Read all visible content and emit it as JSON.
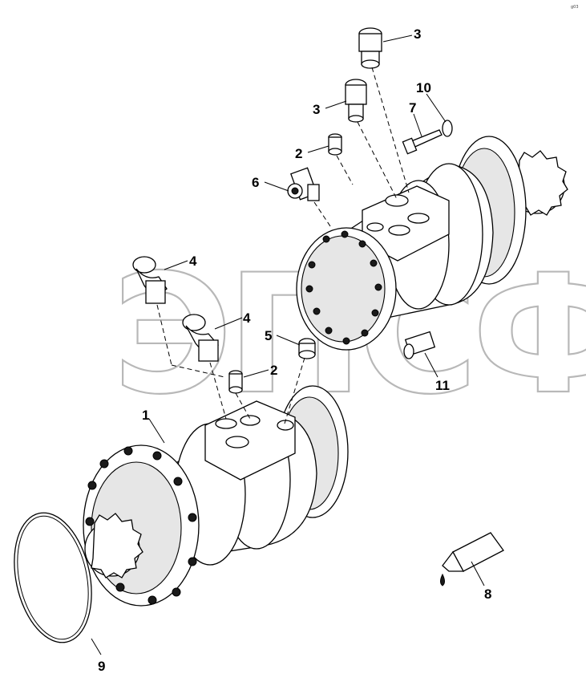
{
  "watermark": "ЭПСФ",
  "corner_mark": "g03",
  "callouts": [
    {
      "id": "label-1",
      "text": "1"
    },
    {
      "id": "label-2a",
      "text": "2"
    },
    {
      "id": "label-2b",
      "text": "2"
    },
    {
      "id": "label-3a",
      "text": "3"
    },
    {
      "id": "label-3b",
      "text": "3"
    },
    {
      "id": "label-4a",
      "text": "4"
    },
    {
      "id": "label-4b",
      "text": "4"
    },
    {
      "id": "label-5",
      "text": "5"
    },
    {
      "id": "label-6",
      "text": "6"
    },
    {
      "id": "label-7",
      "text": "7"
    },
    {
      "id": "label-8",
      "text": "8"
    },
    {
      "id": "label-9",
      "text": "9"
    },
    {
      "id": "label-10",
      "text": "10"
    },
    {
      "id": "label-11",
      "text": "11"
    }
  ]
}
